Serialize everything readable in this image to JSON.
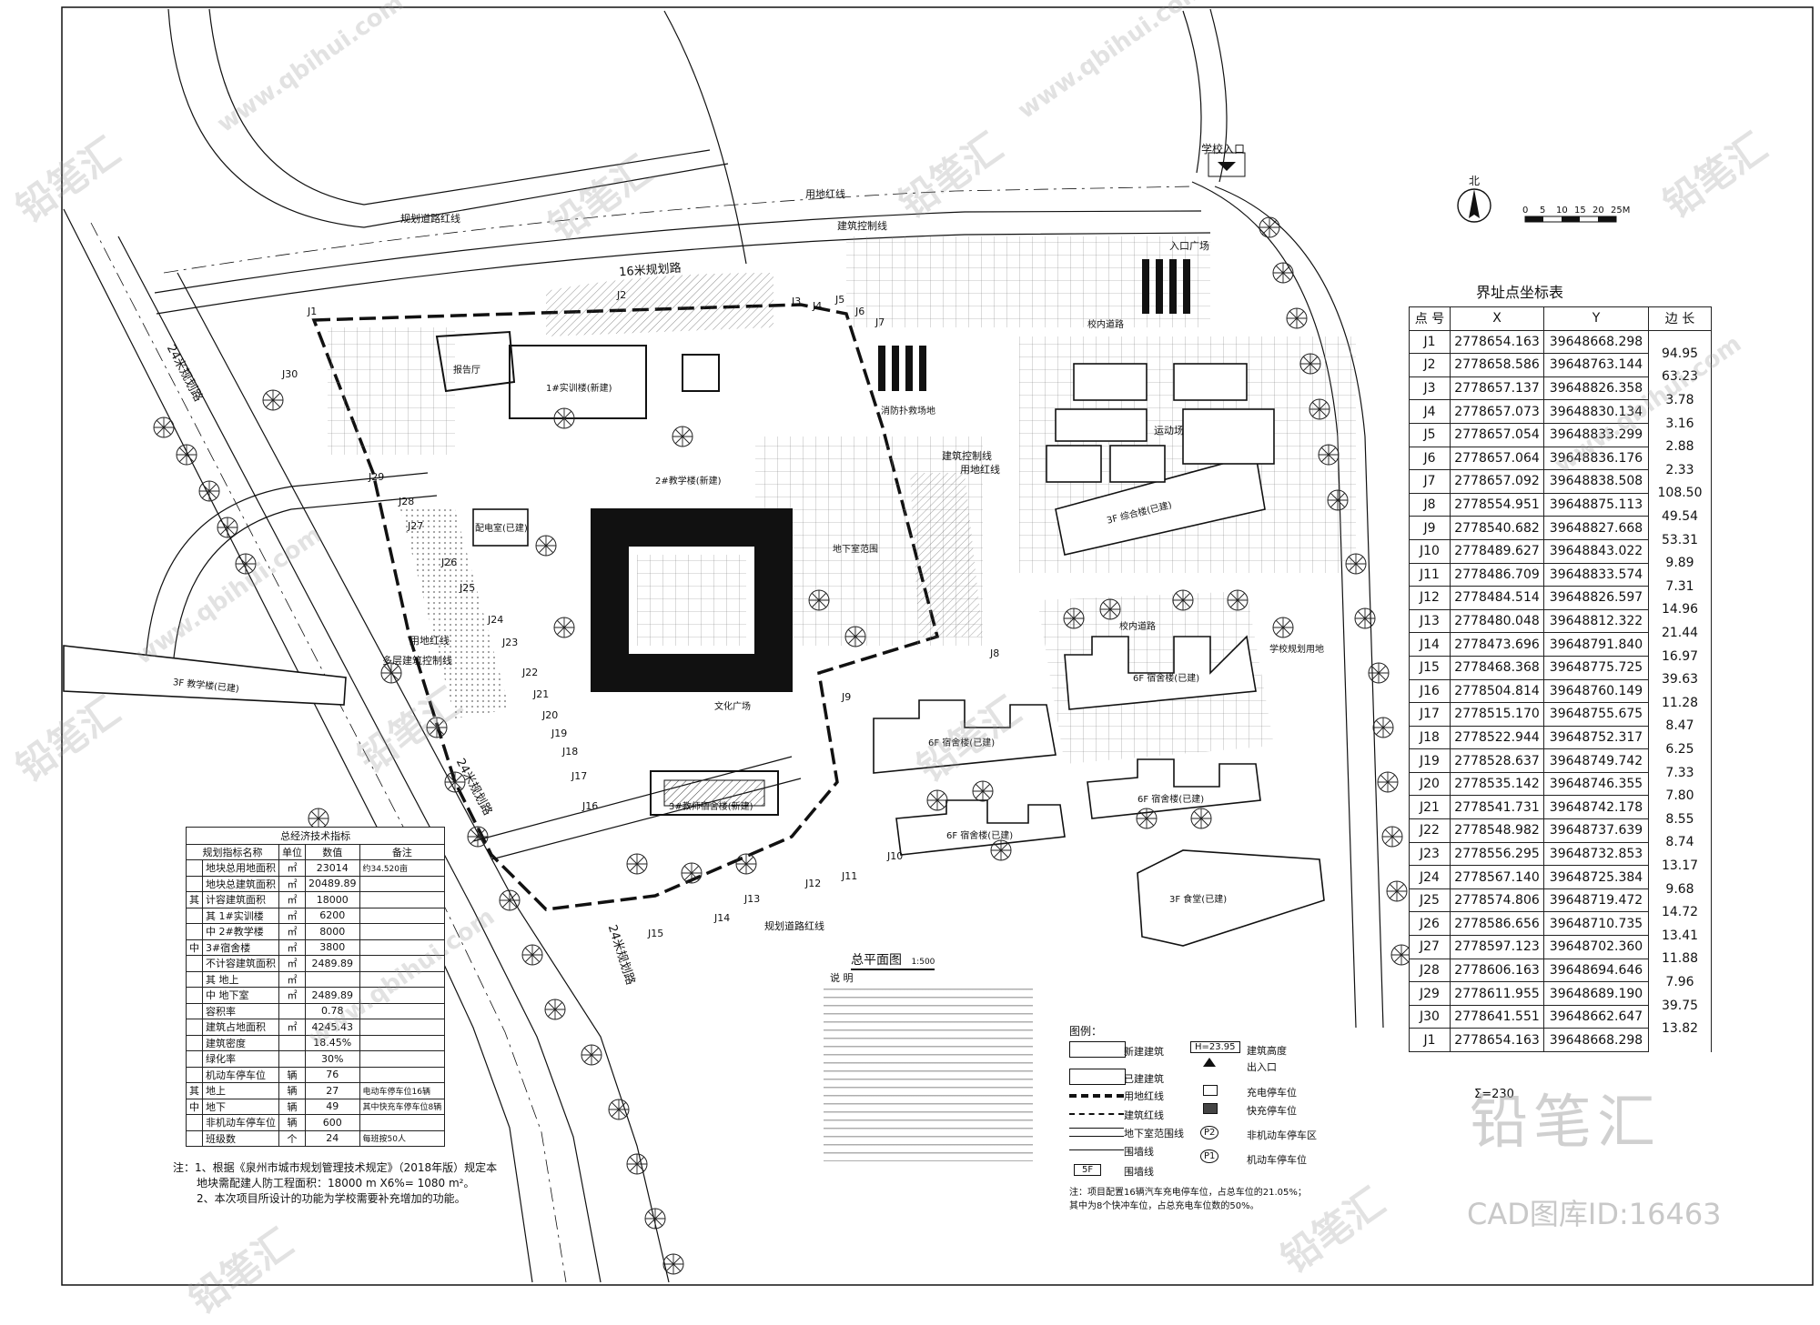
{
  "title": "总平面图",
  "scale": "1:500",
  "north": "北",
  "scalebar": [
    "0",
    "5",
    "10",
    "15",
    "20",
    "25M"
  ],
  "roads": {
    "r16": "16米规划路",
    "r24a": "24米规划路",
    "r24b": "24米规划路",
    "r24c": "24米规划路"
  },
  "labels": {
    "school_entrance": "学校入口",
    "entrance_plaza": "入口广场",
    "planned_road_redline": "规划道路红线",
    "planned_road_redline2": "规划道路红线",
    "land_redline": "用地红线",
    "land_redline2": "用地红线",
    "land_redline3": "用地红线",
    "building_control": "建筑控制线",
    "building_control2": "建筑控制线",
    "multi_control": "多层建筑控制线",
    "sports_field": "运动场",
    "campus_road": "校内道路",
    "campus_road2": "校内道路",
    "fire_lane": "消防扑救场地",
    "school_reserved": "学校规划用地",
    "culture_plaza": "文化广场",
    "lecture_hall": "报告厅",
    "training_bldg": "1#实训楼(新建)",
    "teach_bldg": "2#教学楼(新建)",
    "dorm_new": "3#教师宿舍楼(新建)",
    "power_room": "配电室(已建)",
    "teaching_old": "3F 教学楼(已建)",
    "complex_old": "3F 综合楼(已建)",
    "dorm_a": "6F 宿舍楼(已建)",
    "dorm_b": "6F 宿舍楼(已建)",
    "dorm_c": "6F 宿舍楼(已建)",
    "dorm_d": "6F 宿舍楼(已建)",
    "canteen": "3F 食堂(已建)",
    "basement": "地下室范围"
  },
  "points_map": [
    "J1",
    "J2",
    "J3",
    "J4",
    "J5",
    "J6",
    "J7",
    "J8",
    "J9",
    "J10",
    "J11",
    "J12",
    "J13",
    "J14",
    "J15",
    "J16",
    "J17",
    "J18",
    "J19",
    "J20",
    "J21",
    "J22",
    "J23",
    "J24",
    "J25",
    "J26",
    "J27",
    "J28",
    "J29",
    "J30"
  ],
  "coord_table": {
    "title": "界址点坐标表",
    "headers": [
      "点 号",
      "X",
      "Y",
      "边 长"
    ],
    "rows": [
      {
        "p": "J1",
        "x": "2778654.163",
        "y": "39648668.298",
        "len": "94.95"
      },
      {
        "p": "J2",
        "x": "2778658.586",
        "y": "39648763.144",
        "len": "63.23"
      },
      {
        "p": "J3",
        "x": "2778657.137",
        "y": "39648826.358",
        "len": "3.78"
      },
      {
        "p": "J4",
        "x": "2778657.073",
        "y": "39648830.134",
        "len": "3.16"
      },
      {
        "p": "J5",
        "x": "2778657.054",
        "y": "39648833.299",
        "len": "2.88"
      },
      {
        "p": "J6",
        "x": "2778657.064",
        "y": "39648836.176",
        "len": "2.33"
      },
      {
        "p": "J7",
        "x": "2778657.092",
        "y": "39648838.508",
        "len": "108.50"
      },
      {
        "p": "J8",
        "x": "2778554.951",
        "y": "39648875.113",
        "len": "49.54"
      },
      {
        "p": "J9",
        "x": "2778540.682",
        "y": "39648827.668",
        "len": "53.31"
      },
      {
        "p": "J10",
        "x": "2778489.627",
        "y": "39648843.022",
        "len": "9.89"
      },
      {
        "p": "J11",
        "x": "2778486.709",
        "y": "39648833.574",
        "len": "7.31"
      },
      {
        "p": "J12",
        "x": "2778484.514",
        "y": "39648826.597",
        "len": "14.96"
      },
      {
        "p": "J13",
        "x": "2778480.048",
        "y": "39648812.322",
        "len": "21.44"
      },
      {
        "p": "J14",
        "x": "2778473.696",
        "y": "39648791.840",
        "len": "16.97"
      },
      {
        "p": "J15",
        "x": "2778468.368",
        "y": "39648775.725",
        "len": "39.63"
      },
      {
        "p": "J16",
        "x": "2778504.814",
        "y": "39648760.149",
        "len": "11.28"
      },
      {
        "p": "J17",
        "x": "2778515.170",
        "y": "39648755.675",
        "len": "8.47"
      },
      {
        "p": "J18",
        "x": "2778522.944",
        "y": "39648752.317",
        "len": "6.25"
      },
      {
        "p": "J19",
        "x": "2778528.637",
        "y": "39648749.742",
        "len": "7.33"
      },
      {
        "p": "J20",
        "x": "2778535.142",
        "y": "39648746.355",
        "len": "7.80"
      },
      {
        "p": "J21",
        "x": "2778541.731",
        "y": "39648742.178",
        "len": "8.55"
      },
      {
        "p": "J22",
        "x": "2778548.982",
        "y": "39648737.639",
        "len": "8.74"
      },
      {
        "p": "J23",
        "x": "2778556.295",
        "y": "39648732.853",
        "len": "13.17"
      },
      {
        "p": "J24",
        "x": "2778567.140",
        "y": "39648725.384",
        "len": "9.68"
      },
      {
        "p": "J25",
        "x": "2778574.806",
        "y": "39648719.472",
        "len": "14.72"
      },
      {
        "p": "J26",
        "x": "2778586.656",
        "y": "39648710.735",
        "len": "13.41"
      },
      {
        "p": "J27",
        "x": "2778597.123",
        "y": "39648702.360",
        "len": "11.88"
      },
      {
        "p": "J28",
        "x": "2778606.163",
        "y": "39648694.646",
        "len": "7.96"
      },
      {
        "p": "J29",
        "x": "2778611.955",
        "y": "39648689.190",
        "len": "39.75"
      },
      {
        "p": "J30",
        "x": "2778641.551",
        "y": "39648662.647",
        "len": "13.82"
      },
      {
        "p": "J1",
        "x": "2778654.163",
        "y": "39648668.298",
        "len": ""
      }
    ],
    "footer": "Σ=230"
  },
  "econ_table": {
    "title": "总经济技术指标",
    "headers": [
      "规划指标名称",
      "单位",
      "数值",
      "备注"
    ],
    "rows": [
      [
        "",
        "地块总用地面积",
        "㎡",
        "23014",
        "约34.520亩"
      ],
      [
        "",
        "地块总建筑面积",
        "㎡",
        "20489.89",
        ""
      ],
      [
        "其",
        "计容建筑面积",
        "㎡",
        "18000",
        ""
      ],
      [
        "",
        "其 1#实训楼",
        "㎡",
        "6200",
        ""
      ],
      [
        "",
        "中 2#教学楼",
        "㎡",
        "8000",
        ""
      ],
      [
        "中",
        "3#宿舍楼",
        "㎡",
        "3800",
        ""
      ],
      [
        "",
        "不计容建筑面积",
        "㎡",
        "2489.89",
        ""
      ],
      [
        "",
        "其 地上",
        "㎡",
        "",
        ""
      ],
      [
        "",
        "中 地下室",
        "㎡",
        "2489.89",
        ""
      ],
      [
        "",
        "容积率",
        "",
        "0.78",
        ""
      ],
      [
        "",
        "建筑占地面积",
        "㎡",
        "4245.43",
        ""
      ],
      [
        "",
        "建筑密度",
        "",
        "18.45%",
        ""
      ],
      [
        "",
        "绿化率",
        "",
        "30%",
        ""
      ],
      [
        "",
        "机动车停车位",
        "辆",
        "76",
        ""
      ],
      [
        "其",
        "地上",
        "辆",
        "27",
        "电动车停车位16辆"
      ],
      [
        "中",
        "地下",
        "辆",
        "49",
        "其中快充车停车位8辆"
      ],
      [
        "",
        "非机动车停车位",
        "辆",
        "600",
        ""
      ],
      [
        "",
        "班级数",
        "个",
        "24",
        "每班按50人"
      ]
    ]
  },
  "notes": [
    "注：1、根据《泉州市城市规划管理技术规定》（2018年版）规定本",
    "地块需配建人防工程面积：18000 m X6%= 1080 m²。",
    "2、本次项目所设计的功能为学校需要补充增加的功能。"
  ],
  "design_notes_title": "说 明",
  "legend": {
    "title": "图例：",
    "items": [
      {
        "key": "new",
        "text": "新建建筑"
      },
      {
        "key": "old",
        "text": "已建建筑"
      },
      {
        "key": "redline",
        "text": "用地红线"
      },
      {
        "key": "control",
        "text": "建筑红线"
      },
      {
        "key": "basement",
        "text": "地下室范围线"
      },
      {
        "key": "wall",
        "text": "围墙线"
      },
      {
        "key": "floors",
        "text": "围墙线",
        "tag": "5F"
      },
      {
        "key": "height",
        "text": "建筑高度",
        "tag": "H=23.95"
      },
      {
        "key": "entry",
        "text": "出入口"
      },
      {
        "key": "charge",
        "text": "充电停车位"
      },
      {
        "key": "fast",
        "text": "快充停车位"
      },
      {
        "key": "bike",
        "text": "非机动车停车区",
        "tag": "P2"
      },
      {
        "key": "car",
        "text": "机动车停车位",
        "tag": "P1"
      }
    ],
    "note1": "注：项目配置16辆汽车充电停车位，占总车位的21.05%；",
    "note2": "其中为8个快冲车位，占总充电车位数的50%。"
  },
  "watermark": {
    "brand": "铅笔汇",
    "cad_id": "CAD图库ID:16463",
    "site": "www.qbihui.com"
  },
  "colors": {
    "line": "#111111",
    "hatch": "#555555",
    "tree": "#222222",
    "bg": "#ffffff"
  }
}
